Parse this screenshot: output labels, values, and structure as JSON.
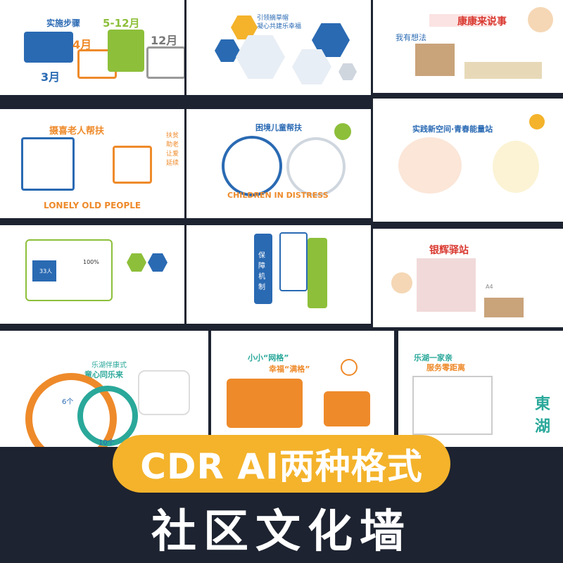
{
  "banner": {
    "label": "CDR AI两种格式"
  },
  "footer": {
    "title": "社区文化墙"
  },
  "panels": {
    "p1": {
      "step_title": "实施步骤",
      "m3": "3月",
      "m4": "4月",
      "m512": "5-12月",
      "m12": "12月"
    },
    "p2": {
      "title1": "引领摘草帽",
      "title2": "凝心共建乐幸福"
    },
    "p3": {
      "title": "康康来说事",
      "side": "我有想法"
    },
    "p4": {
      "title": "摄喜老人帮扶",
      "side": "扶贫助老让爱延续",
      "en": "LONELY OLD PEOPLE"
    },
    "p5": {
      "title": "困境儿童帮扶",
      "en": "CHILDREN IN DISTRESS"
    },
    "p6": {
      "title": "实践新空间·青春能量站"
    },
    "p7": {
      "stat1": "100%",
      "stat2": "33人"
    },
    "p8": {
      "title": "保障机制"
    },
    "p9": {
      "title": "银辉驿站",
      "a4": "A4"
    },
    "p10": {
      "title1": "乐湖伴康式",
      "title2": "童心同乐来",
      "stat1": "6个",
      "stat2": "10个"
    },
    "p11": {
      "title1": "小小“网格”",
      "title2": "幸福“满格”"
    },
    "p12": {
      "title1": "乐湖一家亲",
      "title2": "服务零距离",
      "brand": "東湖"
    }
  },
  "colors": {
    "blue": "#2a6ab3",
    "green": "#8dbf3a",
    "orange": "#ee8a2a",
    "yellow": "#f4b32b",
    "teal": "#2aa89a",
    "red": "#d9382f",
    "dark": "#1d2330"
  }
}
